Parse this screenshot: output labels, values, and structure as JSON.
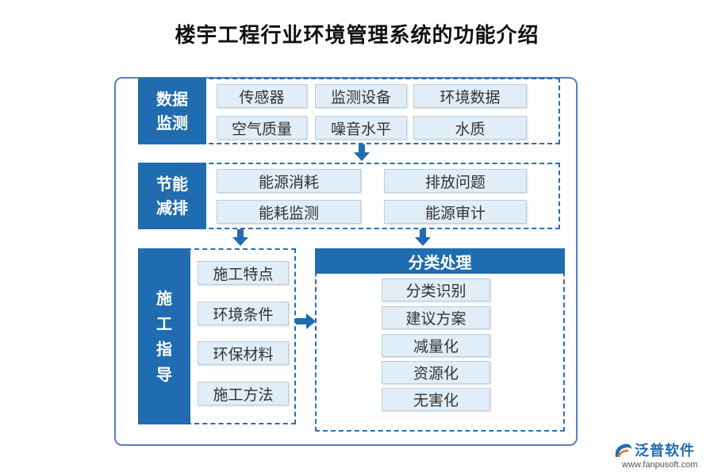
{
  "title": "楼宇工程行业环境管理系统的功能介绍",
  "sections": {
    "data_monitoring": {
      "label_line1": "数据",
      "label_line2": "监测",
      "items": [
        "传感器",
        "监测设备",
        "环境数据",
        "空气质量",
        "噪音水平",
        "水质"
      ]
    },
    "energy_saving": {
      "label_line1": "节能",
      "label_line2": "减排",
      "items": [
        "能源消耗",
        "排放问题",
        "能耗监测",
        "能源审计"
      ]
    },
    "construction_guidance": {
      "label_chars": [
        "施",
        "工",
        "指",
        "导"
      ],
      "items": [
        "施工特点",
        "环境条件",
        "环保材料",
        "施工方法"
      ]
    },
    "classification": {
      "header": "分类处理",
      "items": [
        "分类识别",
        "建议方案",
        "减量化",
        "资源化",
        "无害化"
      ]
    }
  },
  "logo": {
    "name": "泛普软件",
    "url": "www.fanpusoft.com"
  },
  "colors": {
    "primary": "#1f6cb0",
    "chip_bg": "#e1edf7",
    "frame": "#5b7fc3"
  }
}
